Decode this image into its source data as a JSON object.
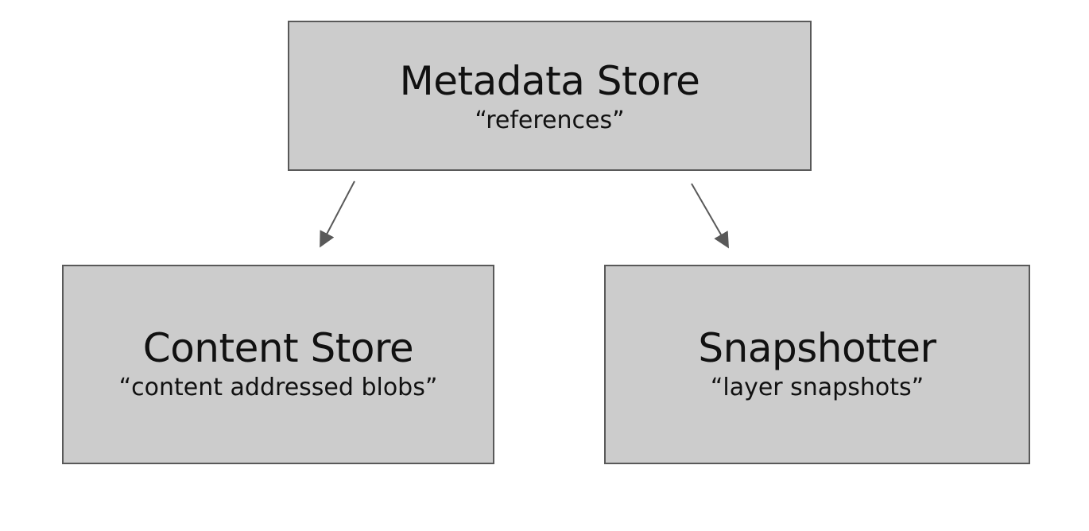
{
  "nodes": {
    "metadata": {
      "title": "Metadata Store",
      "subtitle": "“references”"
    },
    "content": {
      "title": "Content Store",
      "subtitle": "“content addressed blobs”"
    },
    "snapshotter": {
      "title": "Snapshotter",
      "subtitle": "“layer snapshots”"
    }
  },
  "edges": [
    {
      "from": "Metadata Store",
      "to": "Content Store"
    },
    {
      "from": "Metadata Store",
      "to": "Snapshotter"
    }
  ],
  "colors": {
    "box_fill": "#cccccc",
    "box_border": "#595959",
    "arrow": "#595959",
    "text": "#111111",
    "background": "#ffffff"
  }
}
